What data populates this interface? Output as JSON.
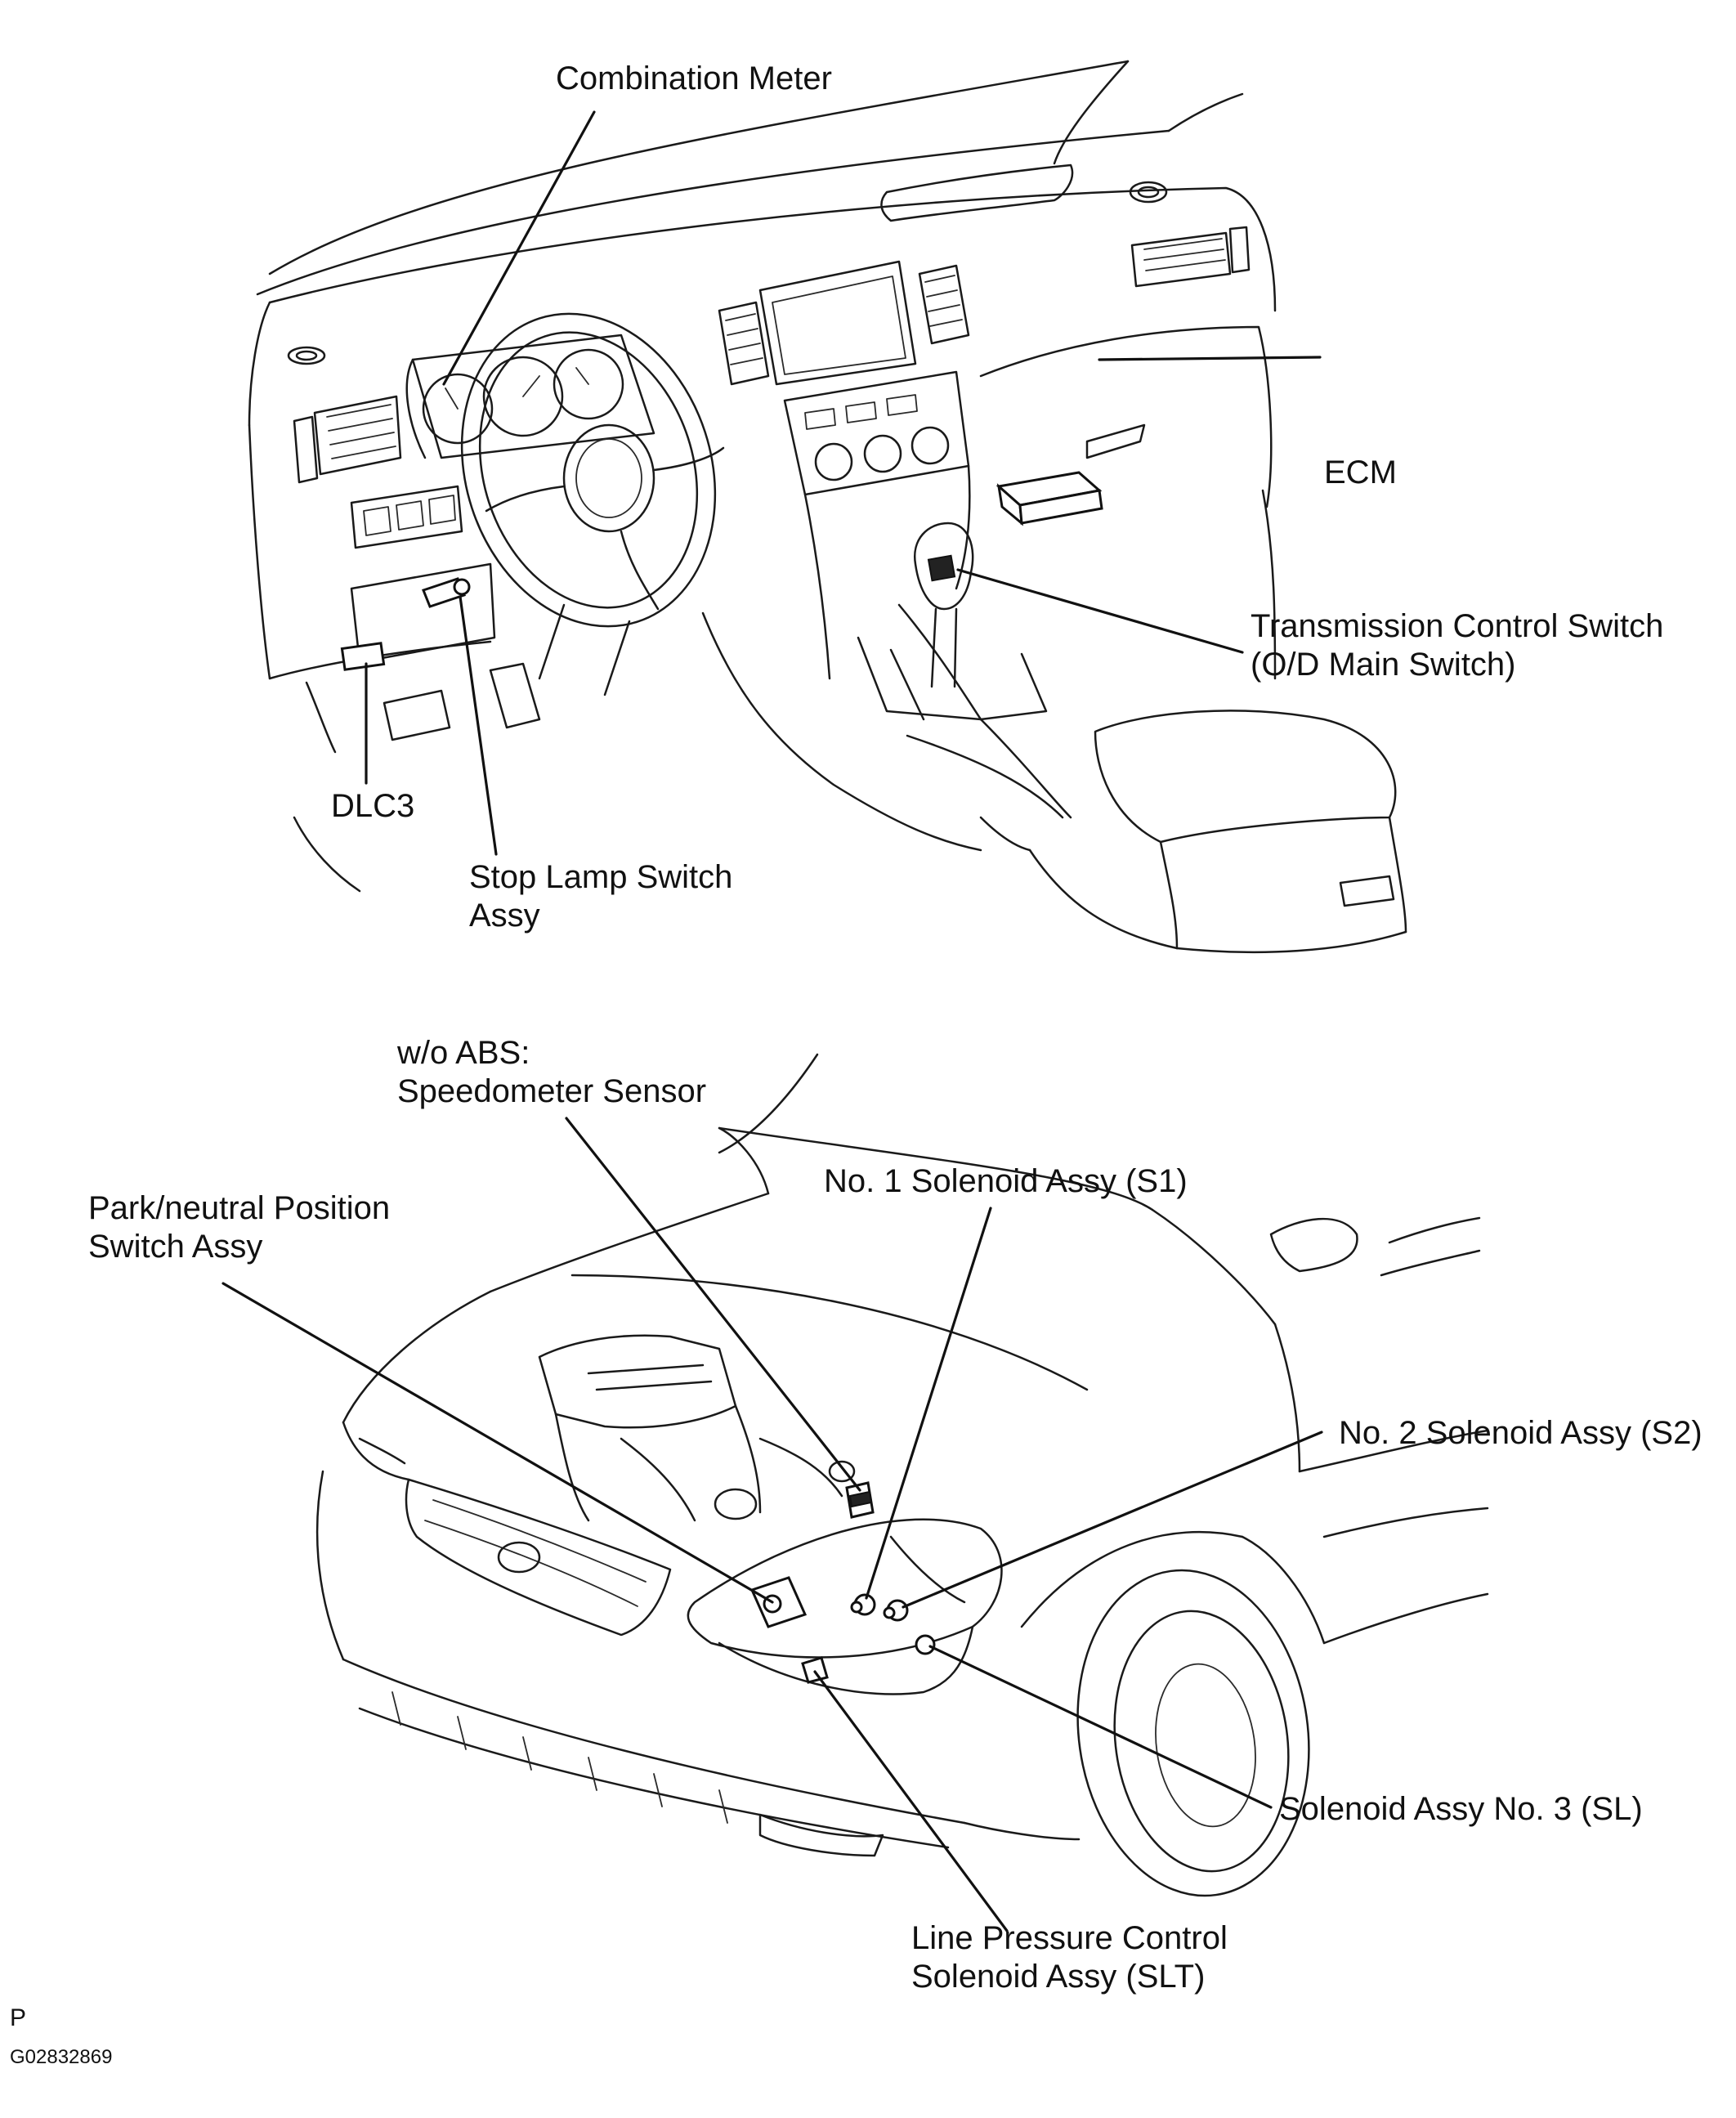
{
  "labels": {
    "combination_meter": "Combination Meter",
    "ecm": "ECM",
    "transmission_switch_line1": "Transmission Control Switch",
    "transmission_switch_line2": "(O/D Main Switch)",
    "dlc3": "DLC3",
    "stop_lamp_line1": "Stop Lamp Switch",
    "stop_lamp_line2": "Assy",
    "speedometer_line1": "w/o ABS:",
    "speedometer_line2": "Speedometer Sensor",
    "solenoid_s1": "No. 1 Solenoid Assy (S1)",
    "park_neutral_line1": "Park/neutral Position",
    "park_neutral_line2": "Switch Assy",
    "solenoid_s2": "No. 2 Solenoid Assy (S2)",
    "solenoid_sl": "Solenoid Assy No. 3 (SL)",
    "slt_line1": "Line Pressure Control",
    "slt_line2": "Solenoid Assy (SLT)"
  },
  "footer": {
    "page_marker": "P",
    "figure_code": "G02832869"
  },
  "colors": {
    "ink": "#111111",
    "background": "#ffffff"
  }
}
